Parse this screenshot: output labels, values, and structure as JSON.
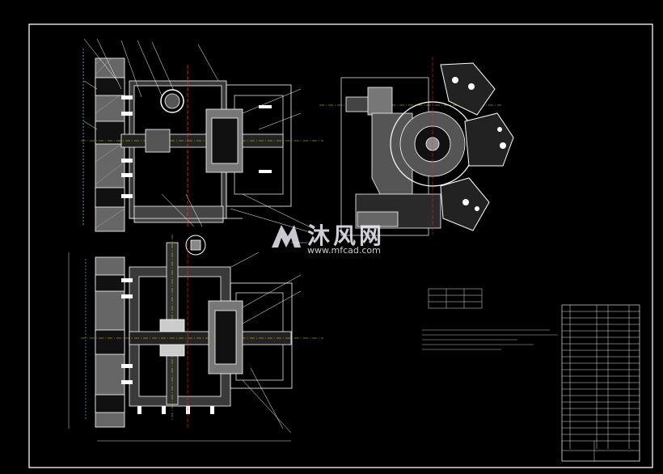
{
  "watermark": {
    "name_cn": "沐风网",
    "url": "www.mfcad.com"
  },
  "colors": {
    "background": "#000000",
    "line": "#ffffff",
    "accent_yellow": "#e8e000",
    "accent_red": "#ff2a2a",
    "accent_cyan": "#3fd6ff",
    "accent_green": "#4cff4c"
  },
  "drawing": {
    "views": [
      "front-section-view",
      "side-view",
      "top-section-view"
    ],
    "tables": [
      "tolerance-table",
      "technical-requirements",
      "parts-list",
      "title-block"
    ]
  }
}
